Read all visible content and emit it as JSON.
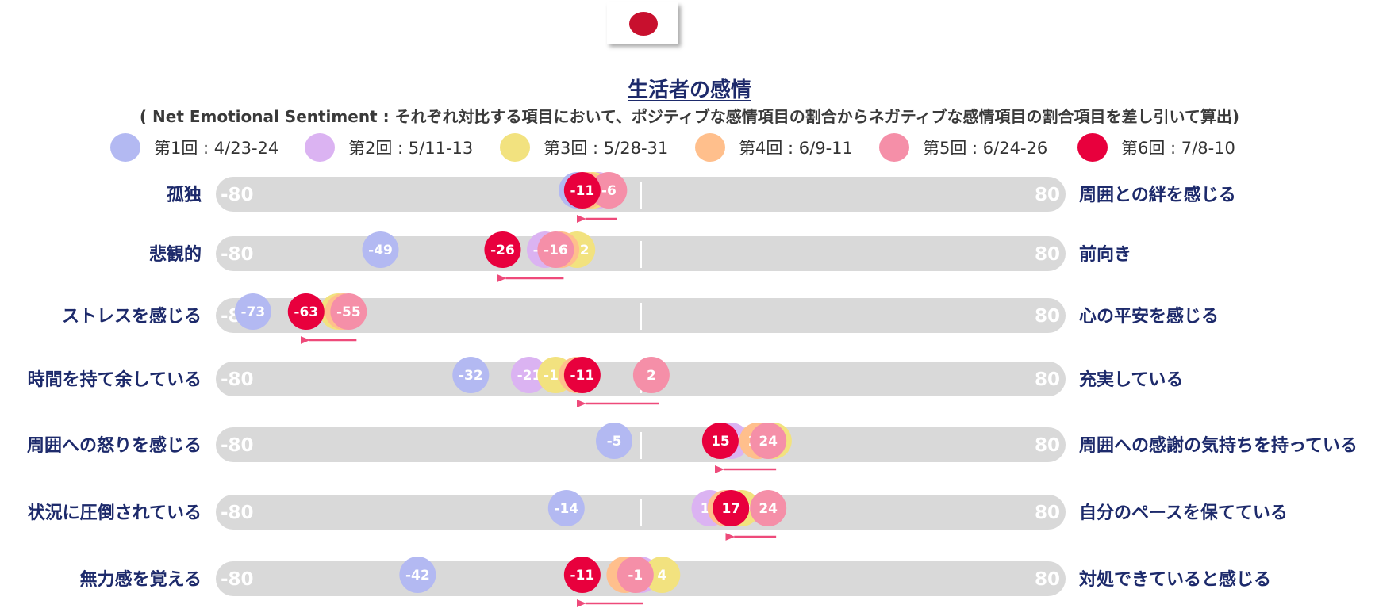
{
  "flag_icon": "japan-flag",
  "title": "生活者の感情",
  "subtitle": "( Net Emotional Sentiment : それぞれ対比する項目において、ポジティブな感情項目の割合からネガティブな感情項目の割合項目を差し引いて算出)",
  "colors": {
    "text_dark": "#1d2a6b",
    "track": "#d9d9d9",
    "arrow": "#ee4a7a"
  },
  "chart_data": {
    "type": "dot",
    "xlim": [
      -80,
      80
    ],
    "axis_end_labels": [
      "-80",
      "80"
    ],
    "series": [
      {
        "name": "第1回 : 4/23-24",
        "color": "#b3b9f2"
      },
      {
        "name": "第2回 : 5/11-13",
        "color": "#dbb3f2"
      },
      {
        "name": "第3回 : 5/28-31",
        "color": "#f2e27f"
      },
      {
        "name": "第4回 : 6/9-11",
        "color": "#ffbf8c"
      },
      {
        "name": "第5回 : 6/24-26",
        "color": "#f58fa8"
      },
      {
        "name": "第6回 : 7/8-10",
        "color": "#e8003d"
      }
    ],
    "rows": [
      {
        "left": "孤独",
        "right": "周囲との絆を感じる",
        "values": [
          -12,
          -8,
          -9,
          -10,
          -6,
          -11
        ]
      },
      {
        "left": "悲観的",
        "right": "前向き",
        "values": [
          -49,
          -18,
          -12,
          -15,
          -16,
          -26
        ]
      },
      {
        "left": "ストレスを感じる",
        "right": "心の平安を感じる",
        "values": [
          -73,
          -63,
          -57,
          -56,
          -55,
          -63
        ]
      },
      {
        "left": "時間を持て余している",
        "right": "充実している",
        "values": [
          -32,
          -21,
          -16,
          -12,
          2,
          -11
        ]
      },
      {
        "left": "周囲への怒りを感じる",
        "right": "周囲への感謝の気持ちを持っている",
        "values": [
          -5,
          17,
          25,
          22,
          24,
          15
        ]
      },
      {
        "left": "状況に圧倒されている",
        "right": "自分のペースを保てている",
        "values": [
          -14,
          13,
          19,
          16,
          24,
          17
        ]
      },
      {
        "left": "無力感を覚える",
        "right": "対処できていると感じる",
        "values": [
          -42,
          0,
          4,
          -3,
          -1,
          -11
        ]
      }
    ]
  }
}
